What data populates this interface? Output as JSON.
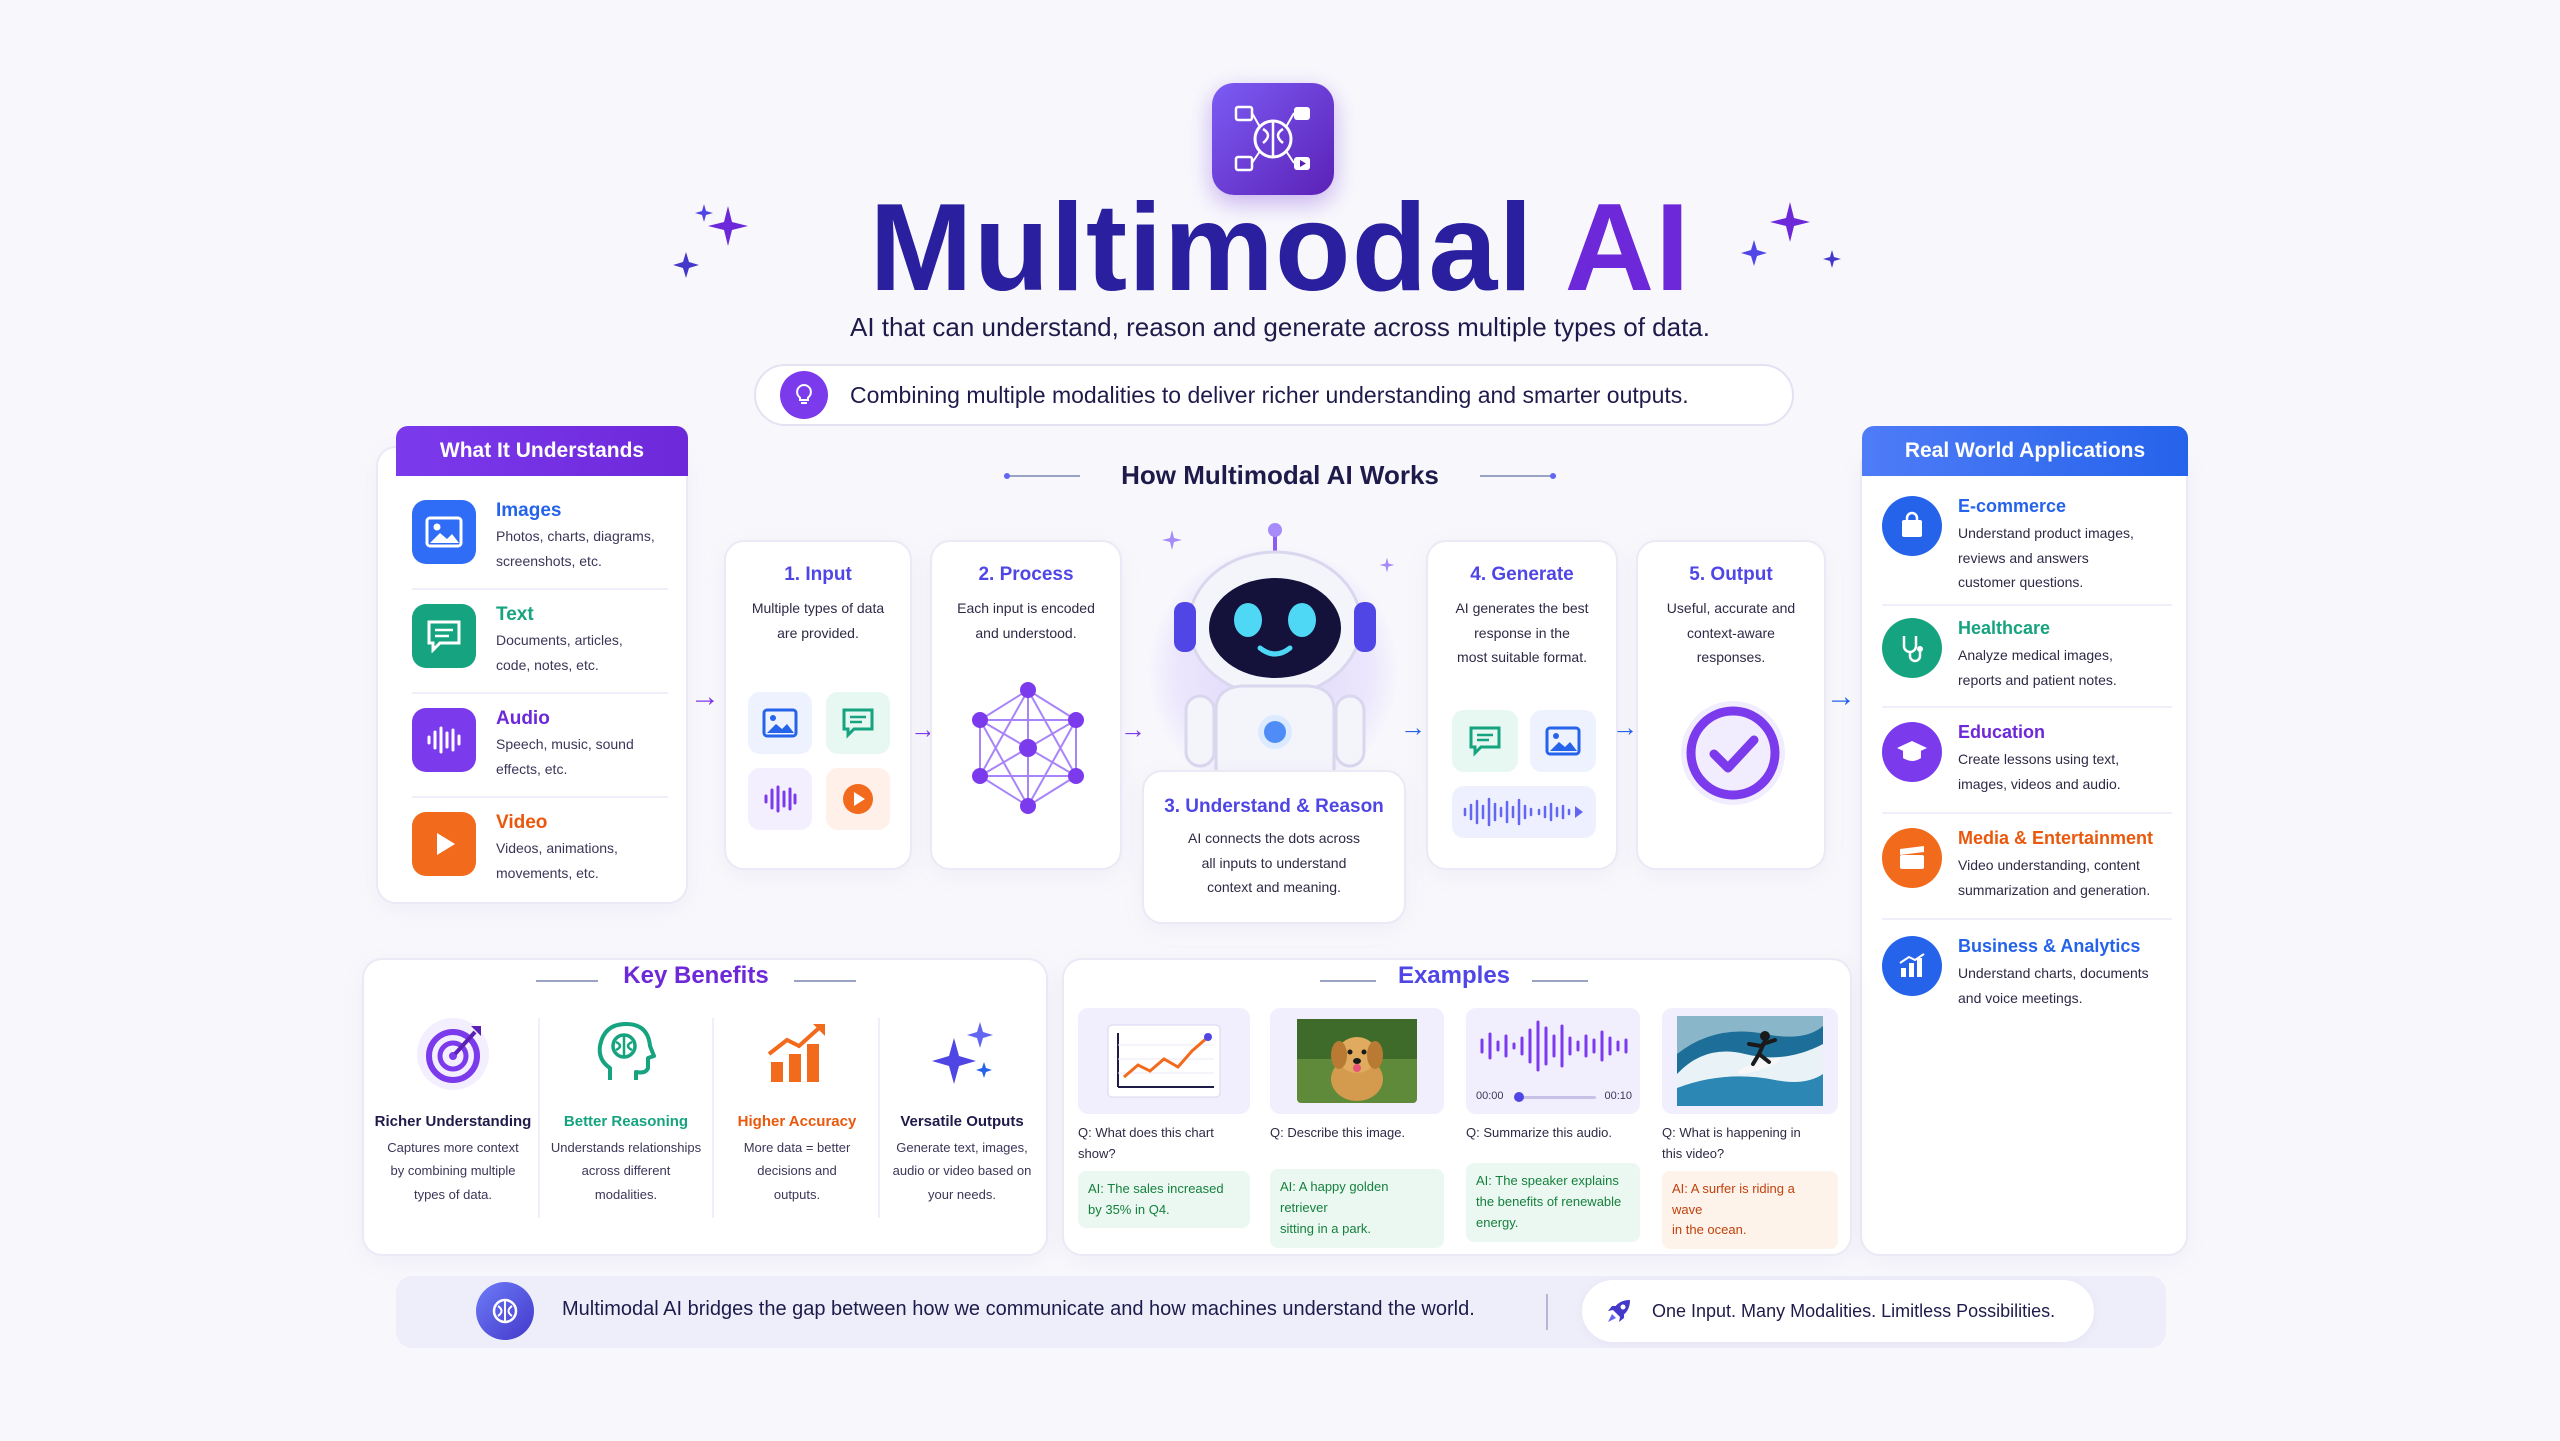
{
  "header": {
    "title_main": "Multimodal",
    "title_accent": "AI",
    "subtitle": "AI that can understand, reason and generate across multiple types of data.",
    "tagline": "Combining multiple modalities to deliver richer understanding and smarter outputs."
  },
  "understands": {
    "title": "What It Understands",
    "items": [
      {
        "label": "Images",
        "desc1": "Photos, charts, diagrams,",
        "desc2": "screenshots, etc."
      },
      {
        "label": "Text",
        "desc1": "Documents, articles,",
        "desc2": "code, notes, etc."
      },
      {
        "label": "Audio",
        "desc1": "Speech, music, sound",
        "desc2": "effects, etc."
      },
      {
        "label": "Video",
        "desc1": "Videos, animations,",
        "desc2": "movements, etc."
      }
    ]
  },
  "works": {
    "title": "How Multimodal AI Works",
    "steps": [
      {
        "title": "1. Input",
        "desc1": "Multiple types of data",
        "desc2": "are provided."
      },
      {
        "title": "2. Process",
        "desc1": "Each input is encoded",
        "desc2": "and understood."
      },
      {
        "title": "3. Understand & Reason",
        "desc1": "AI connects the dots across",
        "desc2": "all inputs to understand",
        "desc3": "context and meaning."
      },
      {
        "title": "4. Generate",
        "desc1": "AI generates the best",
        "desc2": "response in the",
        "desc3": "most suitable format."
      },
      {
        "title": "5. Output",
        "desc1": "Useful, accurate and",
        "desc2": "context-aware",
        "desc3": "responses."
      }
    ]
  },
  "applications": {
    "title": "Real World Applications",
    "items": [
      {
        "label": "E-commerce",
        "desc1": "Understand product images,",
        "desc2": "reviews and answers",
        "desc3": "customer questions."
      },
      {
        "label": "Healthcare",
        "desc1": "Analyze medical images,",
        "desc2": "reports and patient notes."
      },
      {
        "label": "Education",
        "desc1": "Create lessons using text,",
        "desc2": "images, videos and audio."
      },
      {
        "label": "Media & Entertainment",
        "desc1": "Video understanding, content",
        "desc2": "summarization and generation."
      },
      {
        "label": "Business & Analytics",
        "desc1": "Understand charts, documents",
        "desc2": "and voice meetings."
      }
    ]
  },
  "benefits": {
    "title": "Key Benefits",
    "items": [
      {
        "label": "Richer Understanding",
        "desc1": "Captures more context",
        "desc2": "by combining multiple",
        "desc3": "types of data."
      },
      {
        "label": "Better Reasoning",
        "desc1": "Understands relationships",
        "desc2": "across different",
        "desc3": "modalities."
      },
      {
        "label": "Higher Accuracy",
        "desc1": "More data = better",
        "desc2": "decisions and",
        "desc3": "outputs."
      },
      {
        "label": "Versatile Outputs",
        "desc1": "Generate text, images,",
        "desc2": "audio or video based on",
        "desc3": "your needs."
      }
    ]
  },
  "examples": {
    "title": "Examples",
    "time_start": "00:00",
    "time_end": "00:10",
    "items": [
      {
        "q1": "Q: What does this chart",
        "q2": "show?",
        "a1": "AI: The sales increased",
        "a2": "by 35% in Q4.",
        "a3": ""
      },
      {
        "q1": "Q: Describe this image.",
        "q2": "",
        "a1": "AI: A happy golden retriever",
        "a2": "sitting in a park.",
        "a3": ""
      },
      {
        "q1": "Q: Summarize this audio.",
        "q2": "",
        "a1": "AI: The speaker explains",
        "a2": "the benefits of renewable",
        "a3": "energy."
      },
      {
        "q1": "Q: What is happening in",
        "q2": "this video?",
        "a1": "AI: A surfer is riding a wave",
        "a2": "in the ocean.",
        "a3": ""
      }
    ]
  },
  "footer": {
    "statement": "Multimodal AI bridges the gap between how we communicate and how machines understand the world.",
    "slogan": "One Input. Many Modalities. Limitless Possibilities."
  },
  "colors": {
    "brand": "#6d28d9",
    "indigo": "#2a1f9e",
    "blue": "#2563eb",
    "green": "#16a37f",
    "orange": "#f26a1b"
  }
}
